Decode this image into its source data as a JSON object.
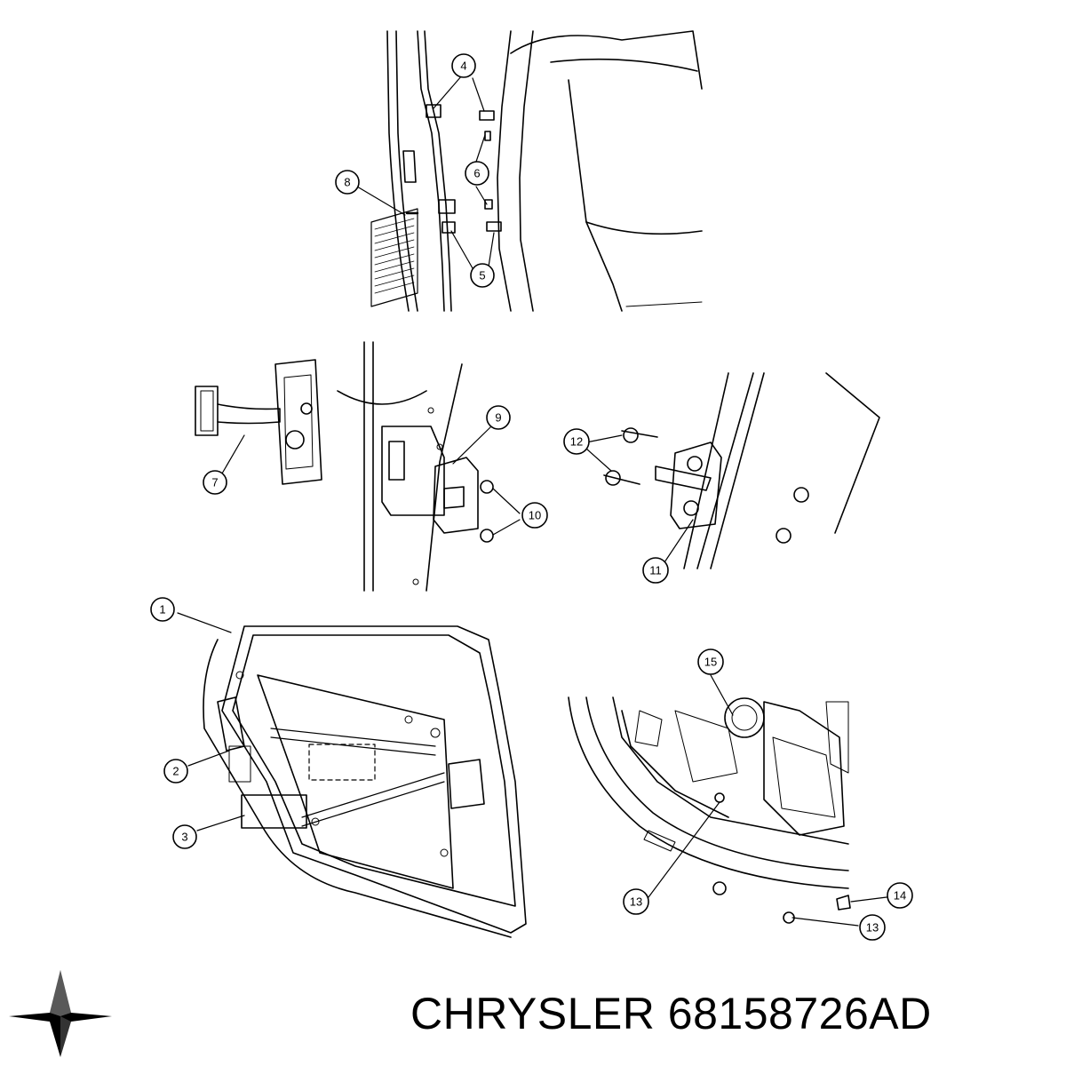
{
  "brand": {
    "name": "CHRYSLER",
    "part_number": "68158726AD"
  },
  "callouts": [
    "1",
    "2",
    "3",
    "4",
    "5",
    "6",
    "7",
    "8",
    "9",
    "10",
    "11",
    "12",
    "13",
    "13",
    "14",
    "15"
  ]
}
